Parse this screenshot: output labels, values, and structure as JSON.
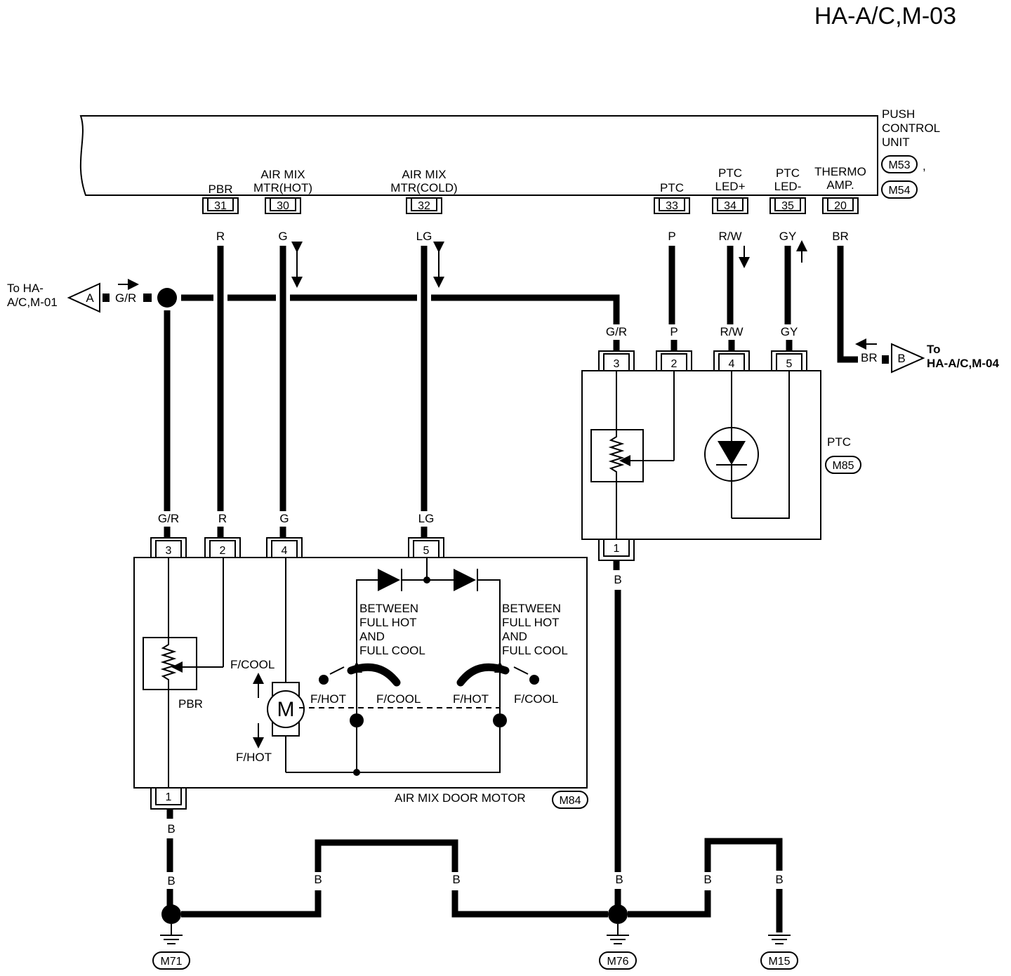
{
  "title": "HA-A/C,M-03",
  "push_control_unit": {
    "label_lines": [
      "PUSH",
      "CONTROL",
      "UNIT"
    ],
    "connectors": [
      "M53",
      "M54"
    ],
    "comma": ",",
    "pins": [
      {
        "num": "31",
        "name": [
          "PBR"
        ],
        "wire": "R"
      },
      {
        "num": "30",
        "name": [
          "AIR MIX",
          "MTR(HOT)"
        ],
        "wire": "G"
      },
      {
        "num": "32",
        "name": [
          "AIR MIX",
          "MTR(COLD)"
        ],
        "wire": "LG"
      },
      {
        "num": "33",
        "name": [
          "PTC"
        ],
        "wire": "P"
      },
      {
        "num": "34",
        "name": [
          "PTC",
          "LED+"
        ],
        "wire": "R/W"
      },
      {
        "num": "35",
        "name": [
          "PTC",
          "LED-"
        ],
        "wire": "GY"
      },
      {
        "num": "20",
        "name": [
          "THERMO",
          "AMP."
        ],
        "wire": "BR"
      }
    ]
  },
  "link_a": {
    "letter": "A",
    "to_lines": [
      "To HA-",
      "A/C,M-01"
    ],
    "wire": "G/R"
  },
  "link_b": {
    "letter": "B",
    "to_lines": [
      "To",
      "HA-A/C,M-04"
    ],
    "wire": "BR"
  },
  "ptc": {
    "label": "PTC",
    "connector": "M85",
    "pins": [
      {
        "num": "3",
        "wire": "G/R"
      },
      {
        "num": "2",
        "wire": "P"
      },
      {
        "num": "4",
        "wire": "R/W"
      },
      {
        "num": "5",
        "wire": "GY"
      }
    ],
    "ground_pin": {
      "num": "1",
      "wire": "B"
    }
  },
  "air_mix_motor": {
    "label": "AIR MIX DOOR MOTOR",
    "connector": "M84",
    "pins": [
      {
        "num": "3",
        "wire": "G/R"
      },
      {
        "num": "2",
        "wire": "R"
      },
      {
        "num": "4",
        "wire": "G"
      },
      {
        "num": "5",
        "wire": "LG"
      }
    ],
    "ground_pin": {
      "num": "1",
      "wire": "B"
    },
    "pbr_label": "PBR",
    "motor_symbol": "M",
    "direction_cool": "F/COOL",
    "direction_hot": "F/HOT",
    "switch_note": [
      "BETWEEN",
      "FULL HOT",
      "AND",
      "FULL COOL"
    ],
    "left_switch": {
      "hot": "F/HOT",
      "cool": "F/COOL"
    },
    "right_switch": {
      "hot": "F/HOT",
      "cool": "F/COOL"
    }
  },
  "ground": {
    "wire": "B",
    "grounds": [
      "M71",
      "M76",
      "M15"
    ]
  }
}
